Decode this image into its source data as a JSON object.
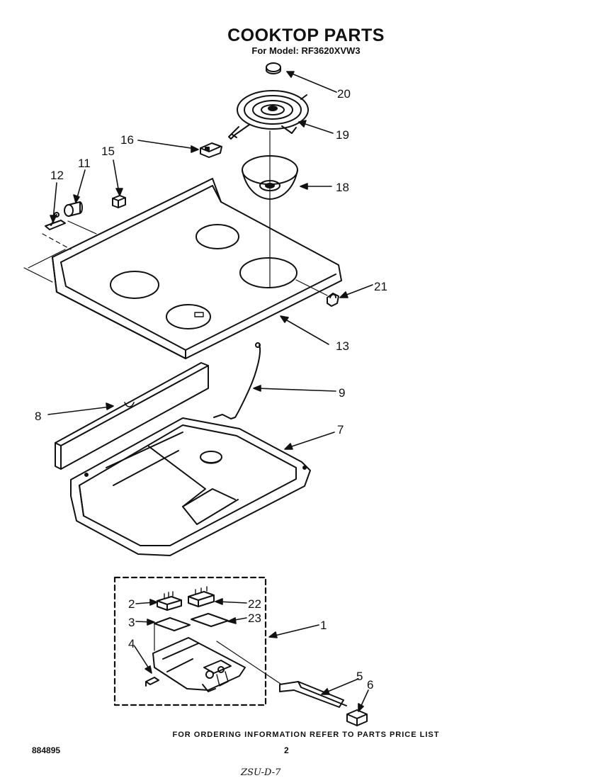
{
  "header": {
    "title": "COOKTOP PARTS",
    "model": "For Model: RF3620XVW3"
  },
  "callouts": [
    {
      "id": "c20",
      "label": "20"
    },
    {
      "id": "c19",
      "label": "19"
    },
    {
      "id": "c16",
      "label": "16"
    },
    {
      "id": "c18",
      "label": "18"
    },
    {
      "id": "c15",
      "label": "15"
    },
    {
      "id": "c11",
      "label": "11"
    },
    {
      "id": "c12",
      "label": "12"
    },
    {
      "id": "c21",
      "label": "21"
    },
    {
      "id": "c13",
      "label": "13"
    },
    {
      "id": "c9",
      "label": "9"
    },
    {
      "id": "c8",
      "label": "8"
    },
    {
      "id": "c7",
      "label": "7"
    },
    {
      "id": "c2",
      "label": "2"
    },
    {
      "id": "c22",
      "label": "22"
    },
    {
      "id": "c3",
      "label": "3"
    },
    {
      "id": "c23",
      "label": "23"
    },
    {
      "id": "c1",
      "label": "1"
    },
    {
      "id": "c4",
      "label": "4"
    },
    {
      "id": "c5",
      "label": "5"
    },
    {
      "id": "c6",
      "label": "6"
    }
  ],
  "footer": {
    "ordering_note": "FOR ORDERING INFORMATION REFER TO PARTS PRICE LIST",
    "doc_number": "884895",
    "page_number": "2",
    "handwritten": "ZSU-D-7"
  }
}
